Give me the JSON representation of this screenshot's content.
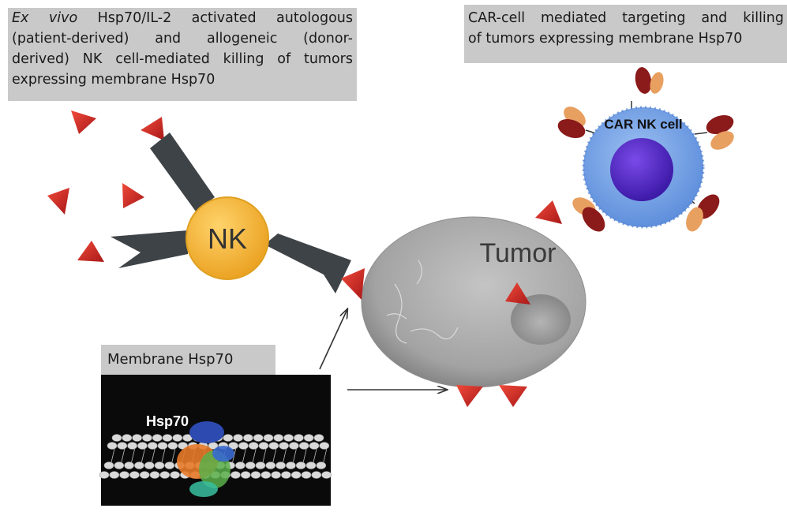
{
  "left_caption": {
    "line1_italic": "Ex vivo",
    "line1_rest": "Hsp70/IL-2 activated autologous",
    "line2": "(patient-derived) and allogeneic (donor-",
    "line3": "derived) NK cell-mediated killing of tumors",
    "line4": "expressing membrane Hsp70"
  },
  "right_caption": {
    "line1": "CAR-cell mediated targeting and killing",
    "line2": "of tumors expressing membrane Hsp70"
  },
  "membrane_caption": "Membrane Hsp70",
  "nk_label": "NK",
  "tumor_label": "Tumor",
  "car_nk_label": "CAR NK cell",
  "hsp70_label": "Hsp70",
  "colors": {
    "caption_bg": "#c9c9c9",
    "triangle": "#d42a2a",
    "nk_cell": "#f2b632",
    "receptor": "#3e4347",
    "tumor": "#a8a8a8",
    "car_cell": "#7aa6e8",
    "car_nucleus": "#5a28c8",
    "car_receptor_dark": "#8b1a1a",
    "car_receptor_light": "#e8a060"
  }
}
